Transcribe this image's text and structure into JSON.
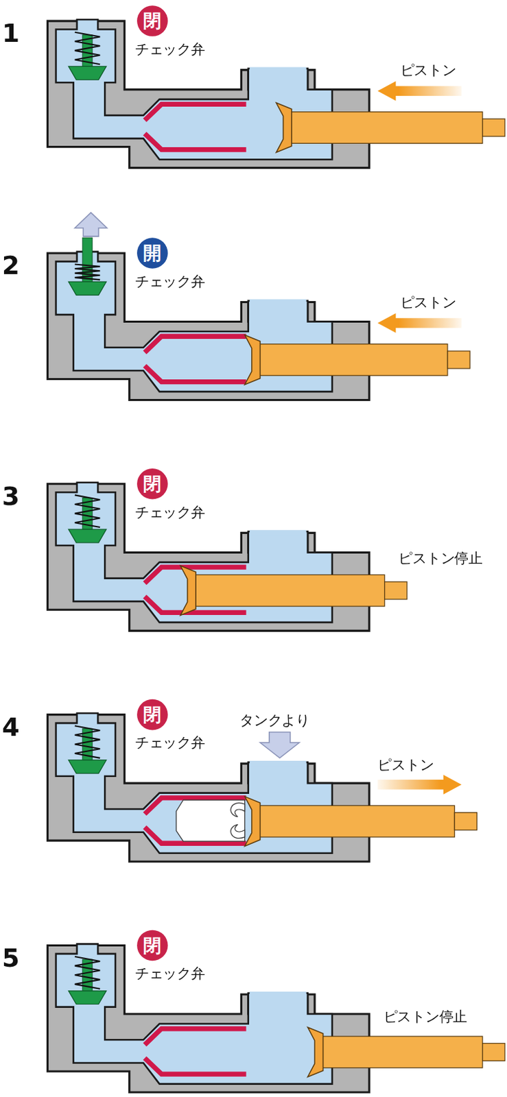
{
  "diagram": {
    "nodes": [
      {
        "text": [
          "閉"
        ]
      },
      {
        "text": [
          "開"
        ]
      },
      {
        "text": [
          "閉"
        ]
      },
      {
        "text": [
          "閉"
        ]
      },
      {
        "text": [
          "閉"
        ]
      }
    ],
    "labels": [
      "1",
      "チェック弁",
      "ピストン",
      "2",
      "チェック弁",
      "ピストン",
      "3",
      "チェック弁",
      "ピストン停止",
      "4",
      "チェック弁",
      "タンクより",
      "ピストン",
      "5",
      "チェック弁",
      "ピストン停止"
    ]
  }
}
